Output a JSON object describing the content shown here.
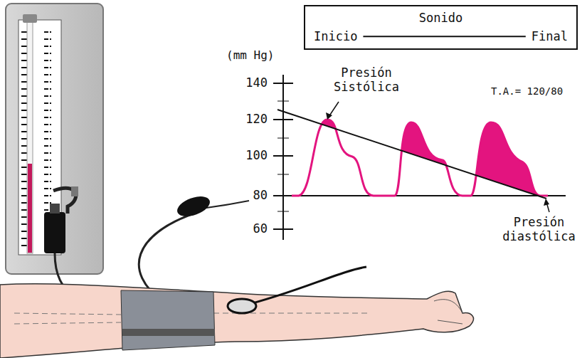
{
  "diagram": {
    "nodes": [
      {
        "text": [
          "Sonido",
          "Inicio",
          "Final"
        ]
      }
    ],
    "labels": [
      "(mm Hg)",
      "140",
      "120",
      "100",
      "80",
      "60",
      "Presión Sistólica",
      "T.A.= 120/80",
      "Presión diastólica"
    ]
  }
}
